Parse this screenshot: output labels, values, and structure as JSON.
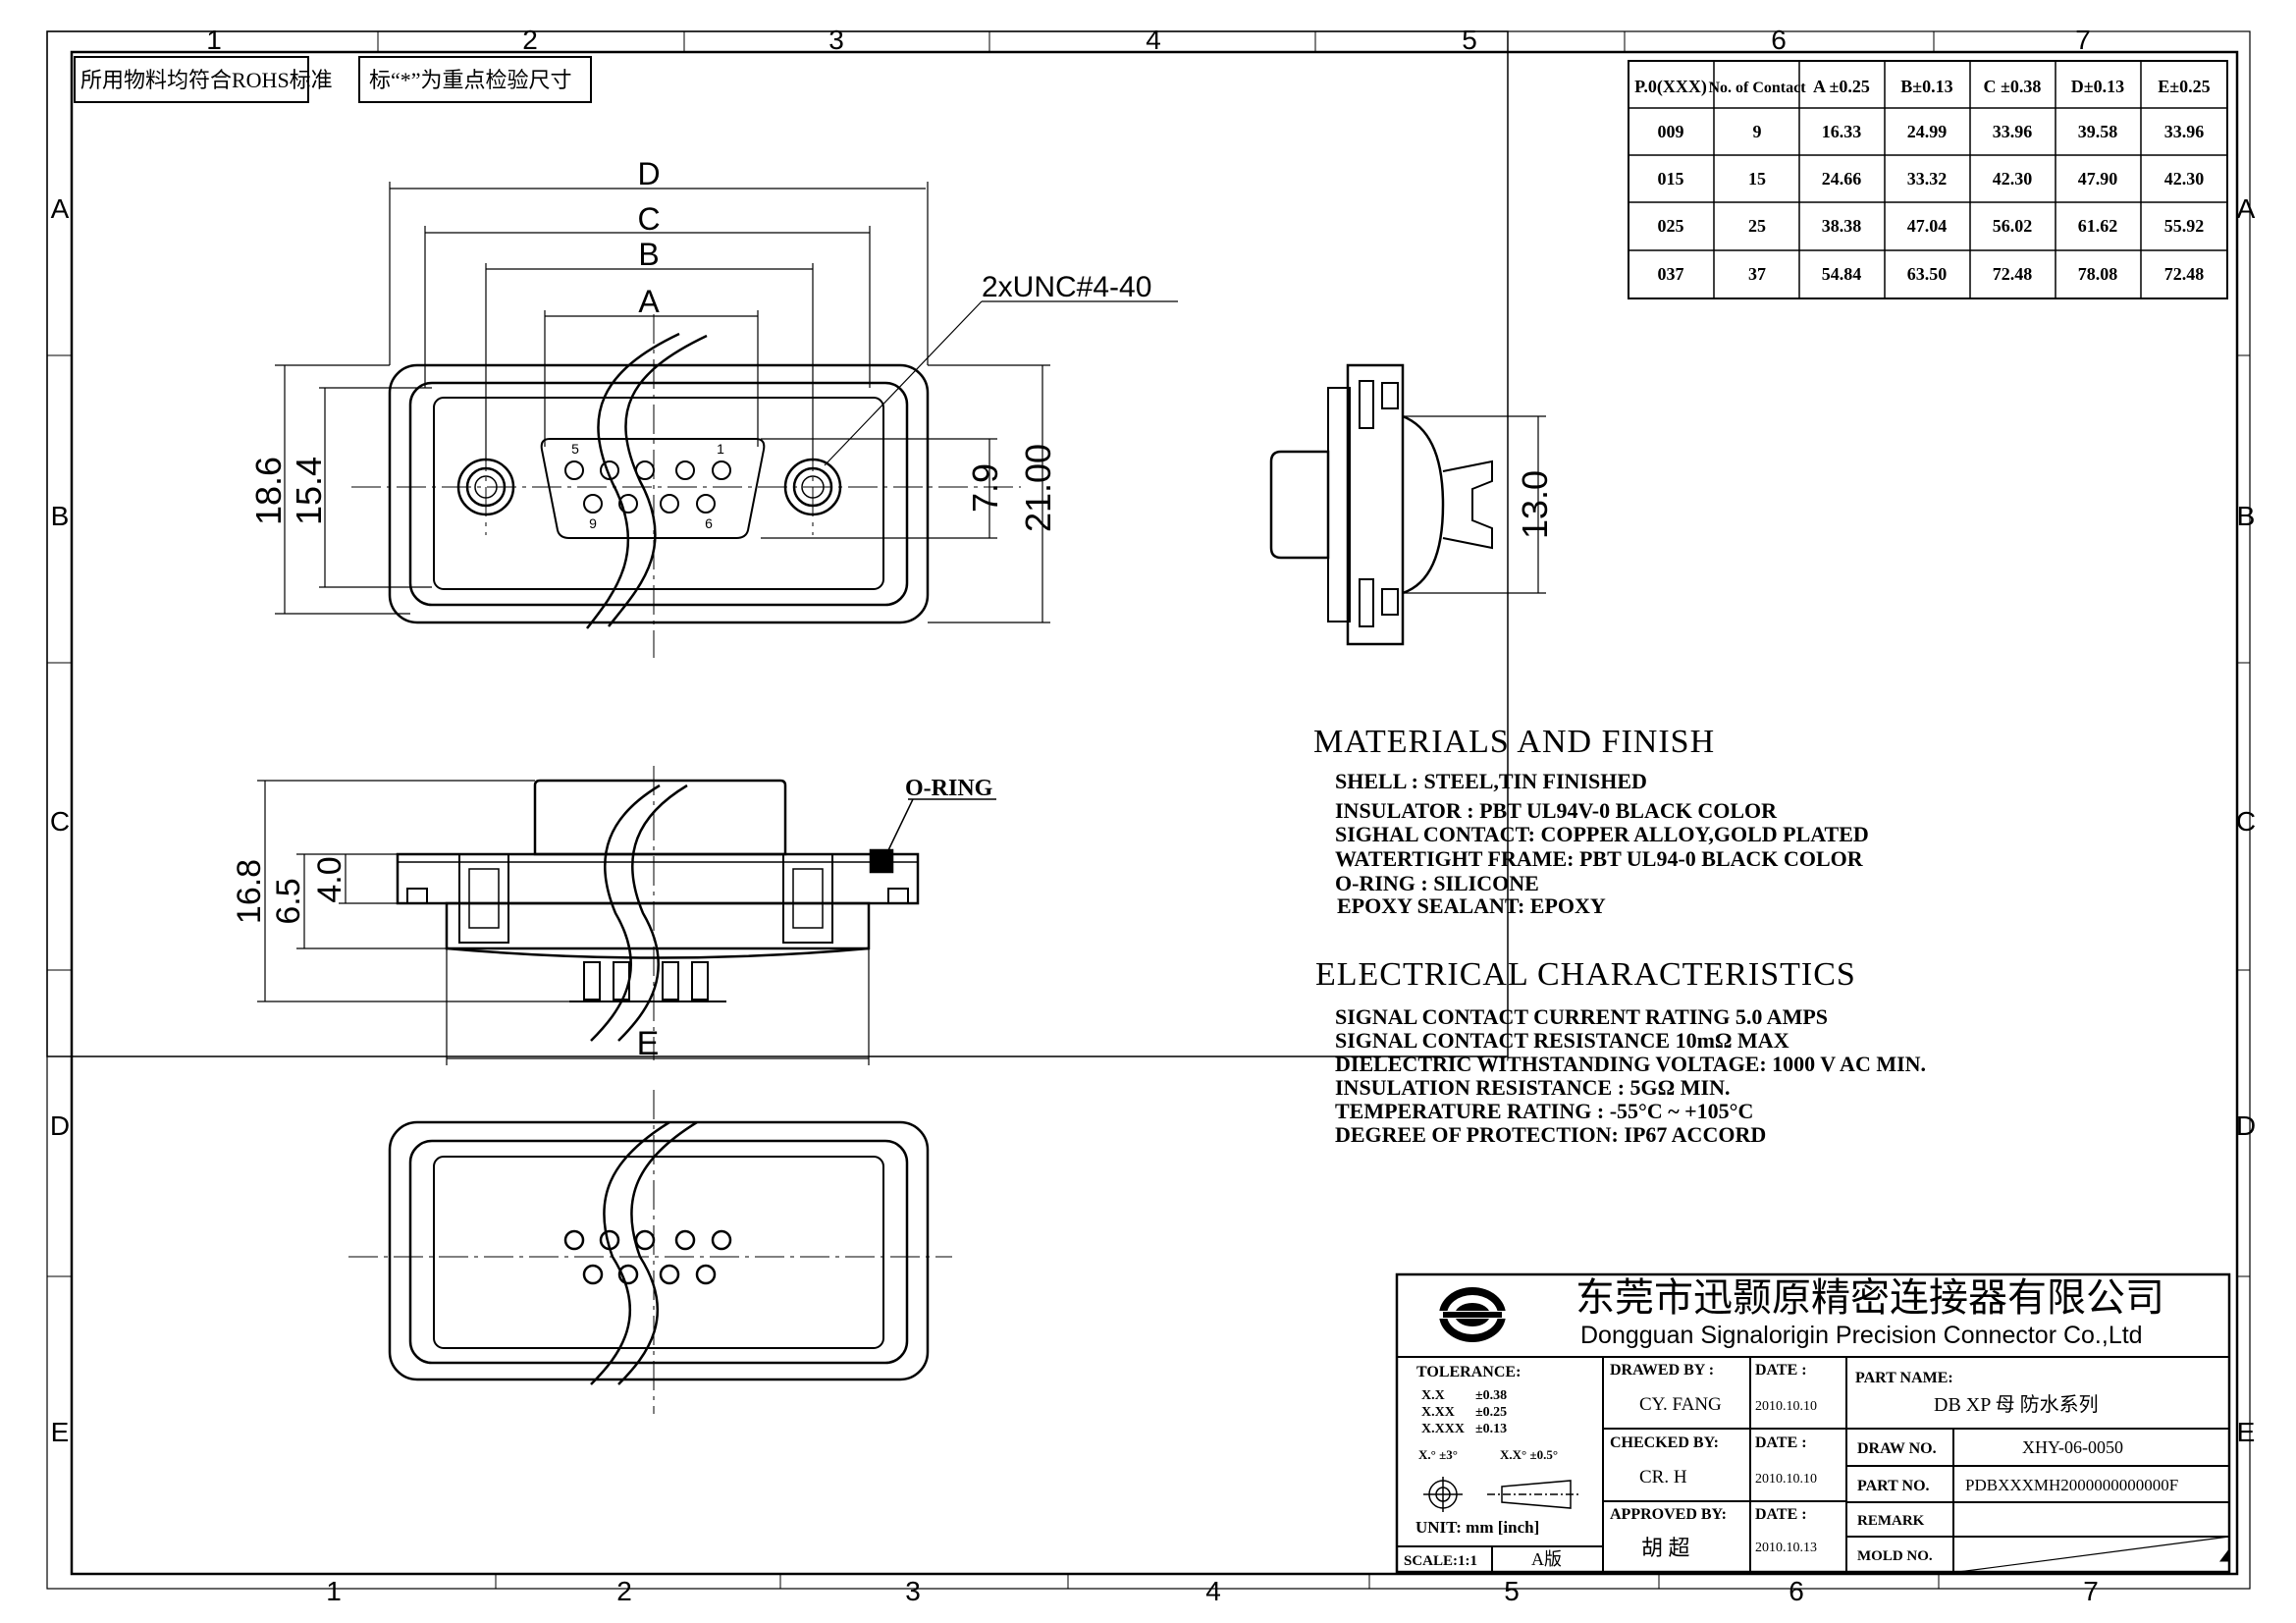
{
  "frame": {
    "cols_top": [
      "1",
      "2",
      "3",
      "4",
      "5",
      "6",
      "7"
    ],
    "cols_bottom": [
      "1",
      "2",
      "3",
      "4",
      "5",
      "6",
      "7"
    ],
    "rows": [
      "A",
      "B",
      "C",
      "D",
      "E"
    ]
  },
  "notes": {
    "rohs": "所用物料均符合ROHS标准",
    "key_dims": "标“*”为重点检验尺寸"
  },
  "dims_front": {
    "d": "D",
    "c": "C",
    "b": "B",
    "a": "A",
    "thread": "2xUNC#4-40",
    "h1": "18.6",
    "h2": "15.4",
    "h3": "7.9",
    "h4": "21.00",
    "pin5": "5",
    "pin1": "1",
    "pin9": "9",
    "pin6": "6"
  },
  "dims_side": {
    "h": "13.0"
  },
  "dims_section": {
    "h1": "16.8",
    "h2": "6.5",
    "h3": "4.0",
    "e": "E",
    "oring": "O-RING"
  },
  "table": {
    "headers": [
      "P.0(XXX)",
      "No. of Contact",
      "A ±0.25",
      "B±0.13",
      "C ±0.38",
      "D±0.13",
      "E±0.25"
    ],
    "rows": [
      [
        "009",
        "9",
        "16.33",
        "24.99",
        "33.96",
        "39.58",
        "33.96"
      ],
      [
        "015",
        "15",
        "24.66",
        "33.32",
        "42.30",
        "47.90",
        "42.30"
      ],
      [
        "025",
        "25",
        "38.38",
        "47.04",
        "56.02",
        "61.62",
        "55.92"
      ],
      [
        "037",
        "37",
        "54.84",
        "63.50",
        "72.48",
        "78.08",
        "72.48"
      ]
    ]
  },
  "materials": {
    "title": "MATERIALS AND FINISH",
    "lines": [
      "SHELL : STEEL,TIN FINISHED",
      "INSULATOR : PBT UL94V-0 BLACK COLOR",
      "SIGHAL CONTACT: COPPER ALLOY,GOLD PLATED",
      "WATERTIGHT FRAME: PBT UL94-0 BLACK COLOR",
      "O-RING : SILICONE",
      "EPOXY SEALANT: EPOXY"
    ]
  },
  "electrical": {
    "title": "ELECTRICAL CHARACTERISTICS",
    "lines": [
      "SIGNAL CONTACT CURRENT RATING 5.0 AMPS",
      "SIGNAL CONTACT RESISTANCE 10mΩ MAX",
      "DIELECTRIC WITHSTANDING VOLTAGE: 1000 V AC MIN.",
      "INSULATION RESISTANCE : 5GΩ MIN.",
      "TEMPERATURE RATING : -55°C ~ +105°C",
      "DEGREE OF PROTECTION: IP67 ACCORD"
    ]
  },
  "title_block": {
    "company_cn": "东莞市迅颢原精密连接器有限公司",
    "company_en": "Dongguan Signalorigin Precision Connector Co.,Ltd",
    "tolerance_label": "TOLERANCE:",
    "tol_xx": "X.X",
    "tol_xx_v": "±0.38",
    "tol_xxx": "X.XX",
    "tol_xxx_v": "±0.25",
    "tol_xxxx": "X.XXX",
    "tol_xxxx_v": "±0.13",
    "tol_ang1": "X.° ±3°",
    "tol_ang2": "X.X° ±0.5°",
    "unit": "UNIT: mm [inch]",
    "scale": "SCALE:1:1",
    "version": "A版",
    "drawn_by_label": "DRAWED BY :",
    "drawn_by": "CY. FANG",
    "checked_by_label": "CHECKED BY:",
    "checked_by": "CR. H",
    "approved_by_label": "APPROVED BY:",
    "approved_by": "胡 超",
    "date_label": "DATE :",
    "date1": "2010.10.10",
    "date2": "2010.10.10",
    "date3": "2010.10.13",
    "part_name_label": "PART NAME:",
    "part_name": "DB XP 母 防水系列",
    "draw_no_label": "DRAW NO.",
    "draw_no": "XHY-06-0050",
    "part_no_label": "PART NO.",
    "part_no": "PDBXXXMH2000000000000F",
    "remark_label": "REMARK",
    "mold_no_label": "MOLD NO."
  }
}
